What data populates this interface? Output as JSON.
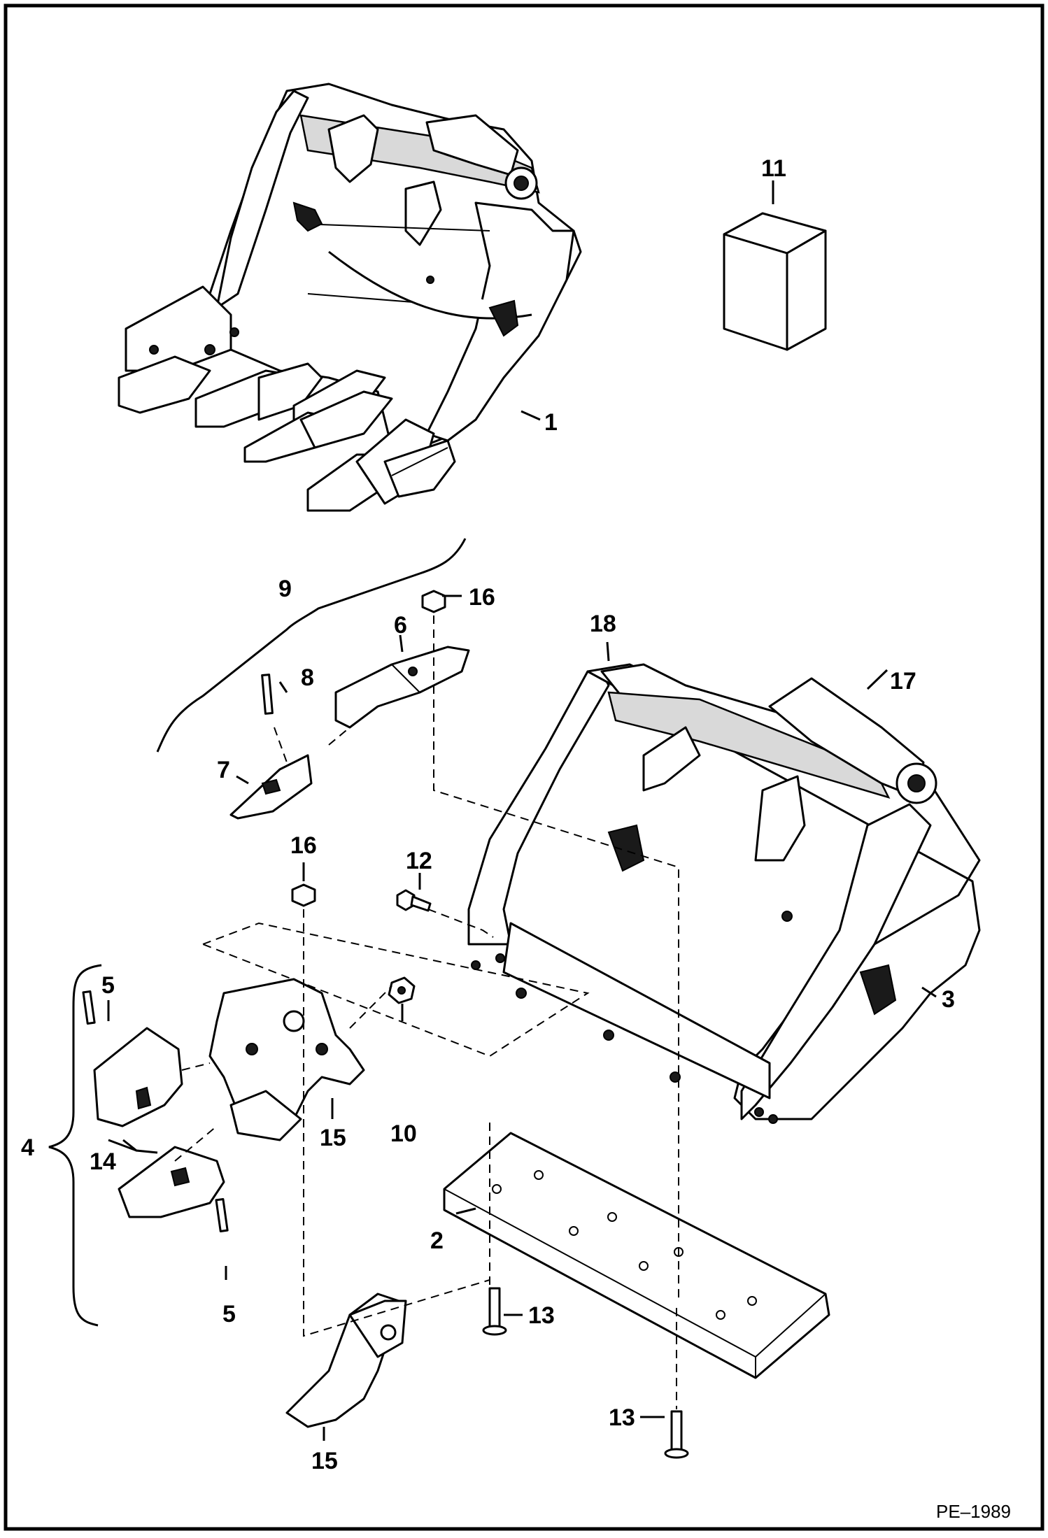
{
  "document": {
    "drawing_number": "PE–1989"
  },
  "callouts": [
    {
      "id": "c1",
      "label": "1"
    },
    {
      "id": "c2",
      "label": "2"
    },
    {
      "id": "c3",
      "label": "3"
    },
    {
      "id": "c4",
      "label": "4"
    },
    {
      "id": "c5a",
      "label": "5"
    },
    {
      "id": "c5b",
      "label": "5"
    },
    {
      "id": "c6",
      "label": "6"
    },
    {
      "id": "c7",
      "label": "7"
    },
    {
      "id": "c8",
      "label": "8"
    },
    {
      "id": "c9",
      "label": "9"
    },
    {
      "id": "c10",
      "label": "10"
    },
    {
      "id": "c11",
      "label": "11"
    },
    {
      "id": "c12",
      "label": "12"
    },
    {
      "id": "c13a",
      "label": "13"
    },
    {
      "id": "c13b",
      "label": "13"
    },
    {
      "id": "c14",
      "label": "14"
    },
    {
      "id": "c15a",
      "label": "15"
    },
    {
      "id": "c15b",
      "label": "15"
    },
    {
      "id": "c16a",
      "label": "16"
    },
    {
      "id": "c16b",
      "label": "16"
    },
    {
      "id": "c17",
      "label": "17"
    },
    {
      "id": "c18",
      "label": "18"
    }
  ]
}
